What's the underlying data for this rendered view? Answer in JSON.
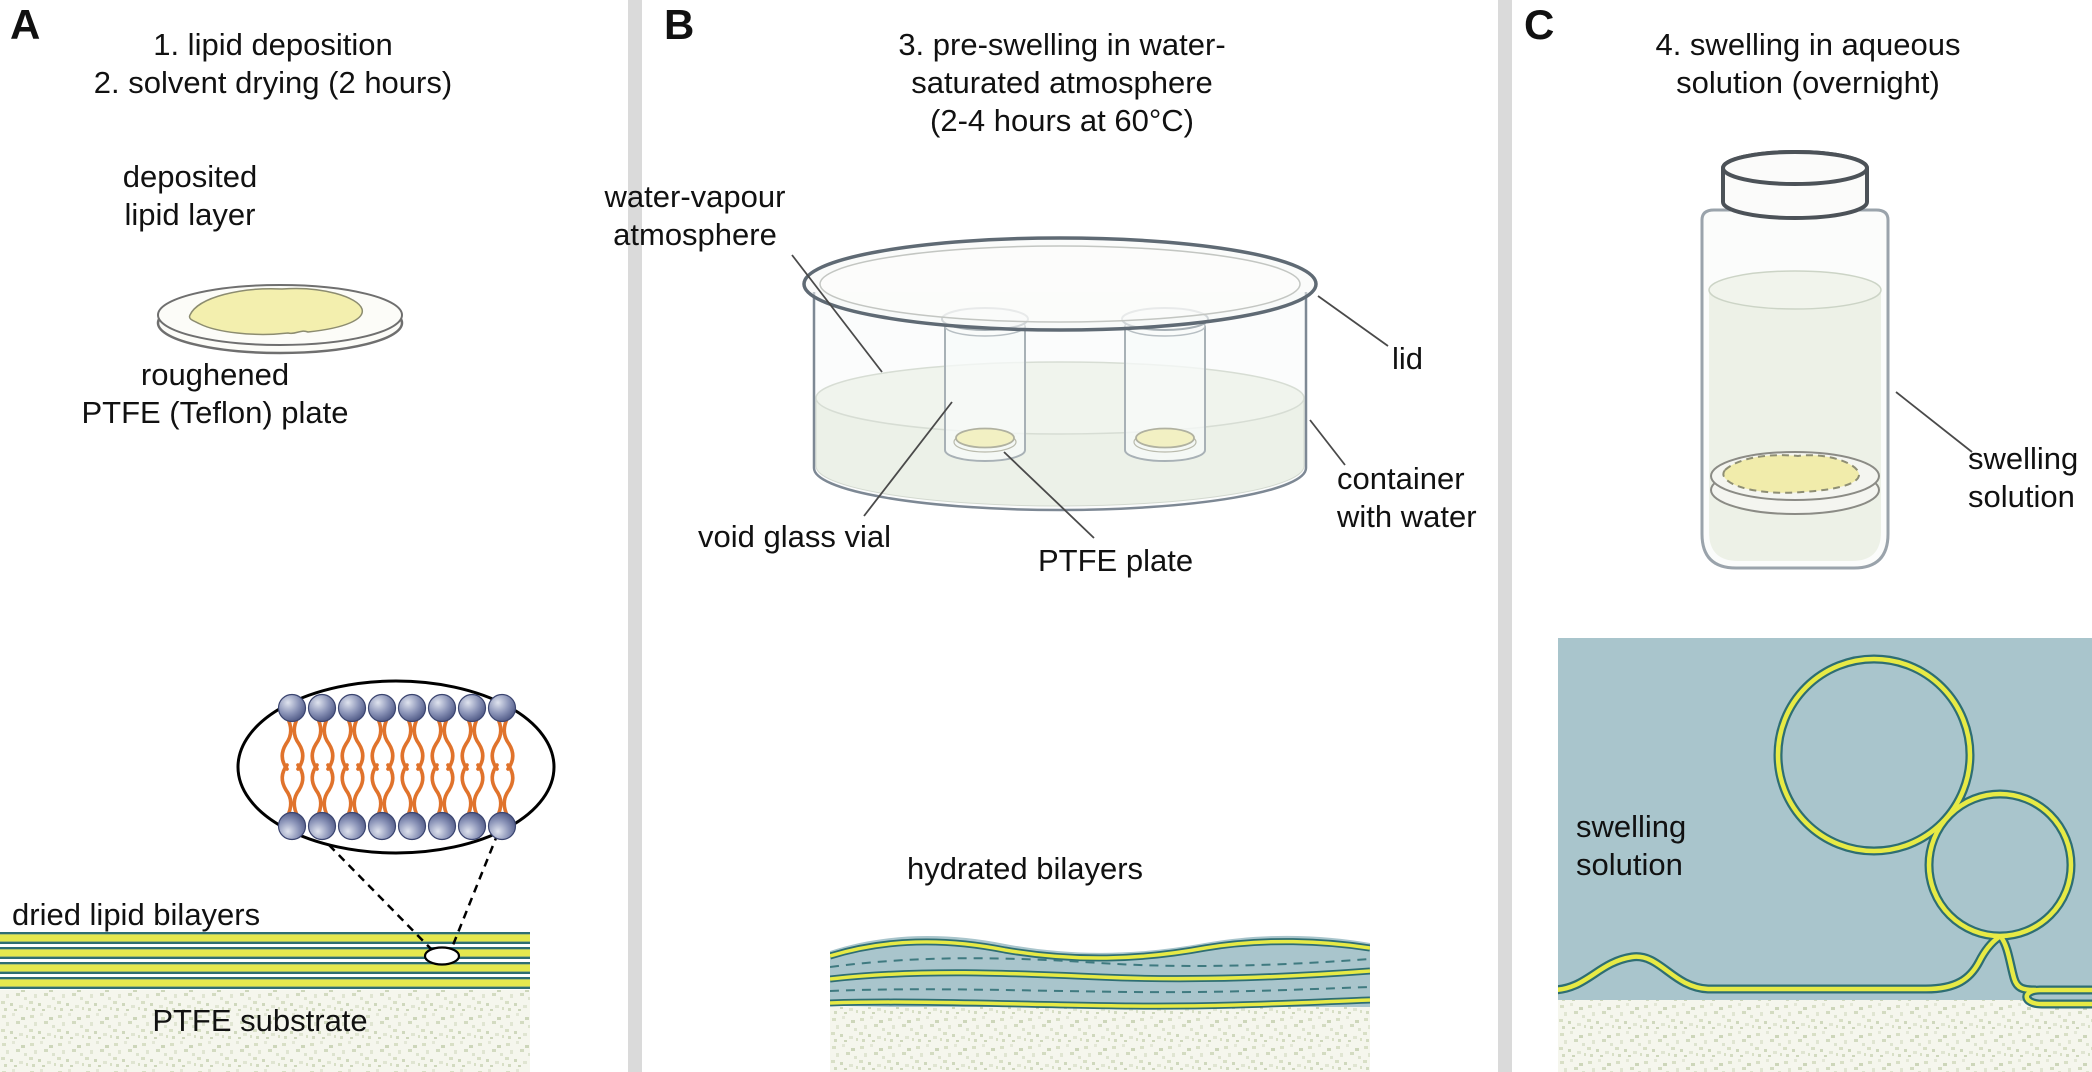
{
  "palette": {
    "membrane_yellow": "#e7ea45",
    "membrane_teal": "#2e6e73",
    "water_blue": "#a9c5cc",
    "lipid_pale_yellow": "#f2eda9",
    "solution_pale_green": "#edf1e7",
    "tail_orange": "#e0732c",
    "lipid_head_blue": "#5a658f",
    "divider_gray": "#dadada"
  },
  "panels": {
    "a": {
      "letter": "A",
      "step1": "1. lipid deposition",
      "step2": "2. solvent drying (2 hours)",
      "labels": {
        "deposited_lipid": "deposited\nlipid layer",
        "roughened_plate": "roughened\nPTFE (Teflon) plate",
        "dried_bilayers": "dried lipid bilayers",
        "ptfe_substrate": "PTFE substrate"
      }
    },
    "b": {
      "letter": "B",
      "title": "3. pre-swelling in water-\nsaturated atmosphere\n(2-4 hours at 60°C)",
      "labels": {
        "water_vapour": "water-vapour\natmosphere",
        "lid": "lid",
        "container": "container\nwith water",
        "void_vial": "void glass vial",
        "ptfe_plate": "PTFE plate",
        "hydrated_bilayers": "hydrated bilayers"
      }
    },
    "c": {
      "letter": "C",
      "title": "4. swelling in aqueous\nsolution (overnight)",
      "labels": {
        "swelling_solution_jar": "swelling\nsolution",
        "swelling_solution_diagram": "swelling\nsolution"
      }
    }
  }
}
